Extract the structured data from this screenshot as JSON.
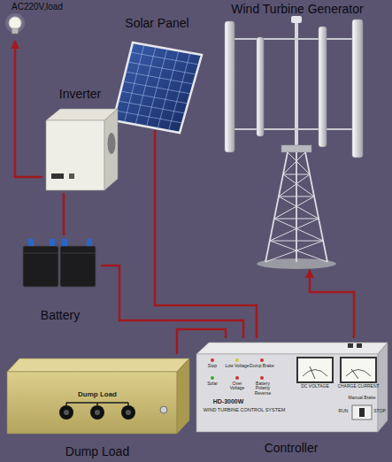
{
  "diagram": {
    "nodes": [
      {
        "text": [
          "AC220V,load"
        ]
      },
      {
        "text": [
          "Solar Panel"
        ]
      },
      {
        "text": [
          "Wind Turbine Generator"
        ]
      },
      {
        "text": [
          "Inverter"
        ]
      },
      {
        "text": [
          "Battery"
        ]
      },
      {
        "text": [
          "Controller"
        ]
      },
      {
        "text": [
          "Dump Load"
        ]
      }
    ],
    "edges": [
      {
        "from": 3,
        "to": 0,
        "arrow": "to"
      },
      {
        "from": 3,
        "to": 4,
        "arrow": "none"
      },
      {
        "from": 1,
        "to": 5,
        "arrow": "none"
      },
      {
        "from": 5,
        "to": 2,
        "arrow": "to"
      },
      {
        "from": 4,
        "to": 5,
        "arrow": "none"
      },
      {
        "from": 6,
        "to": 5,
        "arrow": "none"
      }
    ],
    "labels": [
      "Dump Load",
      "HD-3000W",
      "WIND TURBINE CONTROL SYSTEM",
      "DC VOLTAGE",
      "CHARGE CURRENT",
      "Manual Brake",
      "RUN",
      "STOP",
      "Stop",
      "Low Voltage",
      "Dump Brake",
      "Solar",
      "Over Voltage",
      "Battery Polarity Reverse"
    ]
  }
}
